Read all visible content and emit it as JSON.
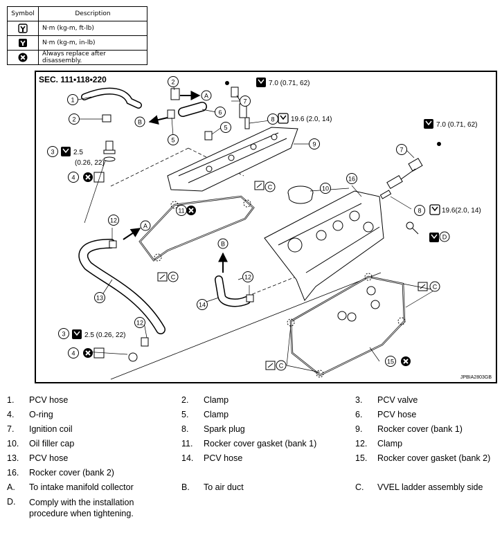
{
  "legend": {
    "header_symbol": "Symbol",
    "header_description": "Description",
    "rows": [
      {
        "icon": "torque-wrench-icon",
        "description": "N·m (kg-m, ft-lb)"
      },
      {
        "icon": "torque-wrench-small-icon",
        "description": "N·m (kg-m, in-lb)"
      },
      {
        "icon": "always-replace-icon",
        "description": "Always replace after disassembly."
      }
    ]
  },
  "diagram": {
    "section": "SEC. 111•118•220",
    "figure_code": "JPBIA2803GB",
    "torque": {
      "t_top": "7.0 (0.71, 62)",
      "t_spark_left": "19.6 (2.0, 14)",
      "t_right": "7.0 (0.71, 62)",
      "t_spark_right": "19.6(2.0, 14)",
      "t_valve_a": "2.5",
      "t_valve_b": "(0.26, 22)",
      "t_lower": "2.5 (0.26, 22)"
    },
    "callouts": {
      "n1": "1",
      "n2a": "2",
      "n2b": "2",
      "n3a": "3",
      "n3b": "3",
      "n4a": "4",
      "n4b": "4",
      "n5a": "5",
      "n5b": "5",
      "n6": "6",
      "n7a": "7",
      "n7b": "7",
      "n8a": "8",
      "n8b": "8",
      "n9": "9",
      "n10": "10",
      "n11": "11",
      "n12a": "12",
      "n12b": "12",
      "n12c": "12",
      "n13": "13",
      "n14": "14",
      "n15": "15",
      "n16": "16"
    },
    "letters": {
      "a1": "A",
      "a2": "A",
      "b1": "B",
      "b2": "B",
      "c1": "C",
      "c2": "C",
      "c3": "C",
      "c4": "C",
      "d1": "D"
    }
  },
  "parts": [
    {
      "key": "1.",
      "label": "PCV hose"
    },
    {
      "key": "2.",
      "label": "Clamp"
    },
    {
      "key": "3.",
      "label": "PCV valve"
    },
    {
      "key": "4.",
      "label": "O-ring"
    },
    {
      "key": "5.",
      "label": "Clamp"
    },
    {
      "key": "6.",
      "label": "PCV hose"
    },
    {
      "key": "7.",
      "label": "Ignition coil"
    },
    {
      "key": "8.",
      "label": "Spark plug"
    },
    {
      "key": "9.",
      "label": "Rocker cover (bank 1)"
    },
    {
      "key": "10.",
      "label": "Oil filler cap"
    },
    {
      "key": "11.",
      "label": "Rocker cover gasket (bank 1)"
    },
    {
      "key": "12.",
      "label": "Clamp"
    },
    {
      "key": "13.",
      "label": "PCV hose"
    },
    {
      "key": "14.",
      "label": "PCV hose"
    },
    {
      "key": "15.",
      "label": "Rocker cover gasket (bank 2)"
    },
    {
      "key": "16.",
      "label": "Rocker cover (bank 2)"
    },
    {
      "key": "A.",
      "label": "To intake manifold collector"
    },
    {
      "key": "B.",
      "label": "To air duct"
    },
    {
      "key": "C.",
      "label": "VVEL ladder assembly side"
    },
    {
      "key": "D.",
      "label": "Comply with the installation procedure when tightening."
    }
  ]
}
